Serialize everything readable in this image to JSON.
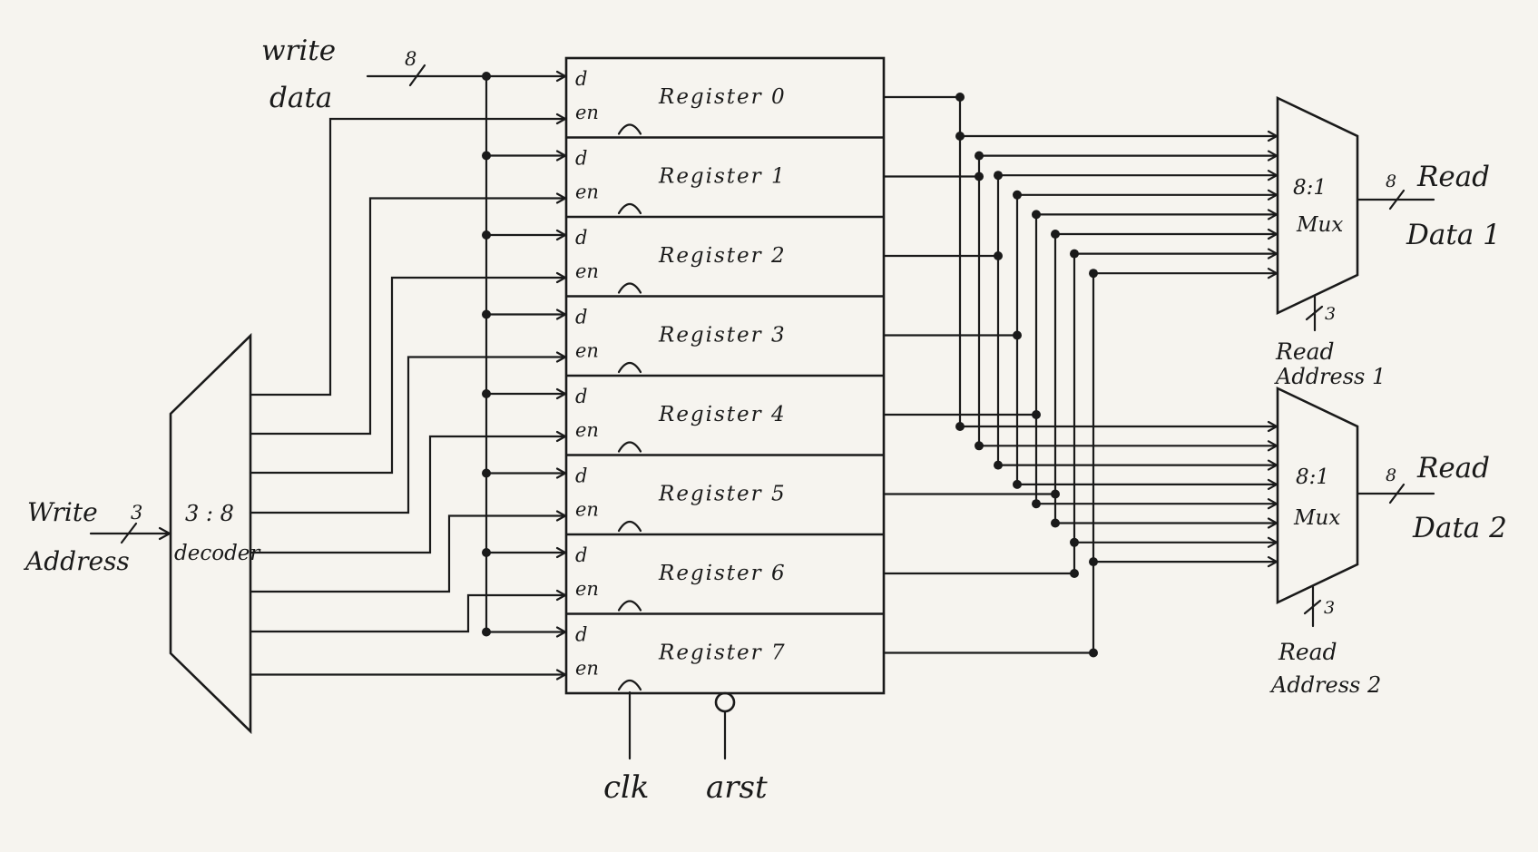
{
  "inputs": {
    "write_data": [
      "write",
      "data"
    ],
    "write_data_width": "8",
    "write_address": [
      "Write",
      "Address"
    ],
    "write_address_width": "3",
    "clk": "clk",
    "arst": "arst"
  },
  "decoder": {
    "ratio": "3 : 8",
    "name": "decoder"
  },
  "register_pins": {
    "d": "d",
    "en": "en"
  },
  "registers": [
    "Register 0",
    "Register 1",
    "Register 2",
    "Register 3",
    "Register 4",
    "Register 5",
    "Register 6",
    "Register 7"
  ],
  "mux1": {
    "ratio": "8:1",
    "name": "Mux",
    "sel_width": "3",
    "sel_label": [
      "Read",
      "Address 1"
    ],
    "out_width": "8",
    "out_label": [
      "Read",
      "Data 1"
    ]
  },
  "mux2": {
    "ratio": "8:1",
    "name": "Mux",
    "sel_width": "3",
    "sel_label": [
      "Read",
      "Address 2"
    ],
    "out_width": "8",
    "out_label": [
      "Read",
      "Data 2"
    ]
  }
}
